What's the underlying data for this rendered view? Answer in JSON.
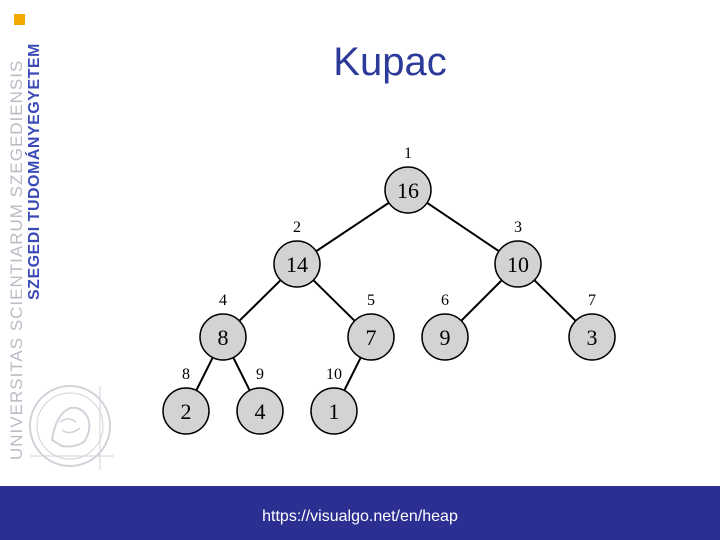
{
  "branding": {
    "line1": "UNIVERSITAS SCIENTIARUM SZEGEDIENSIS",
    "line2": "SZEGEDI TUDOMÁNYEGYETEM",
    "accent_color": "#f2a900",
    "brand_color": "#2b2f92"
  },
  "slide": {
    "title": "Kupac",
    "footer_url": "https://visualgo.net/en/heap"
  },
  "heap": {
    "nodes": [
      {
        "index": "1",
        "value": "16"
      },
      {
        "index": "2",
        "value": "14"
      },
      {
        "index": "3",
        "value": "10"
      },
      {
        "index": "4",
        "value": "8"
      },
      {
        "index": "5",
        "value": "7"
      },
      {
        "index": "6",
        "value": "9"
      },
      {
        "index": "7",
        "value": "3"
      },
      {
        "index": "8",
        "value": "2"
      },
      {
        "index": "9",
        "value": "4"
      },
      {
        "index": "10",
        "value": "1"
      }
    ],
    "node_fill": "#d3d3d3",
    "edge_color": "#000000"
  }
}
